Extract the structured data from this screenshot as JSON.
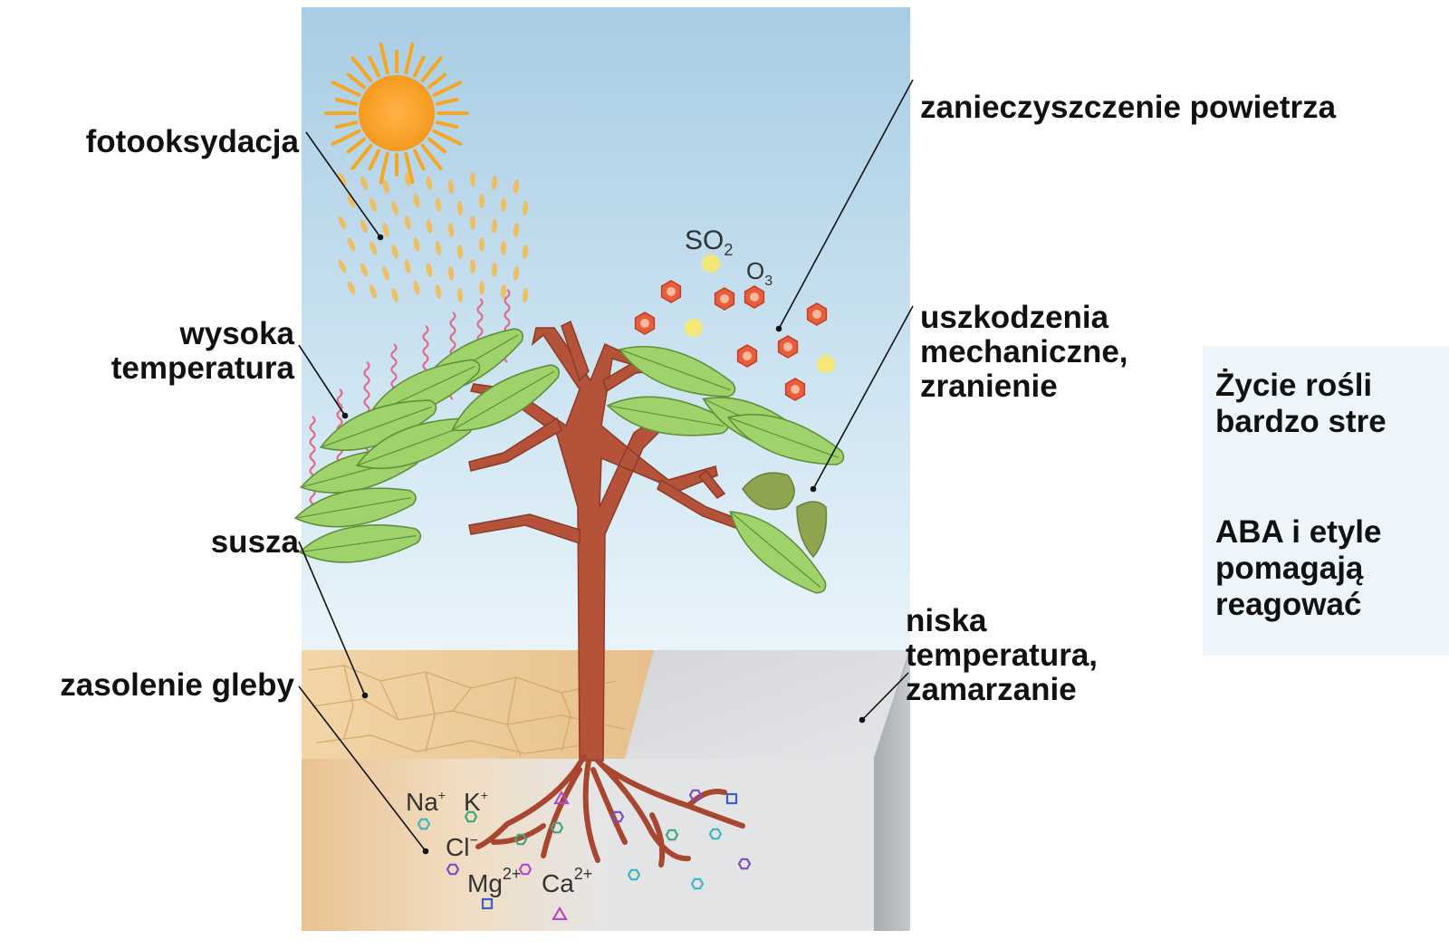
{
  "labels": {
    "photooxidation": "fotooksydacja",
    "high_temperature": [
      "wysoka",
      "temperatura"
    ],
    "drought": "susza",
    "soil_salinity": "zasolenie gleby",
    "air_pollution": "zanieczyszczenie powietrza",
    "mechanical_damage": [
      "uszkodzenia",
      "mechaniczne,",
      "zranienie"
    ],
    "low_temperature": [
      "niska",
      "temperatura,",
      "zamarzanie"
    ]
  },
  "chemicals": {
    "so2": "SO",
    "so2_sub": "2",
    "o3": "O",
    "o3_sub": "3",
    "na": "Na",
    "na_sup": "+",
    "k": "K",
    "k_sup": "+",
    "cl": "Cl",
    "cl_sup": "−",
    "mg": "Mg",
    "mg_sup": "2+",
    "ca": "Ca",
    "ca_sup": "2+"
  },
  "infobox": {
    "para1": [
      "Życie rośli",
      "bardzo stre"
    ],
    "para2": [
      "ABA i etyle",
      "pomagają",
      "reagować"
    ]
  },
  "colors": {
    "sky_top": "#a8cde4",
    "sky_bottom": "#e9f4fa",
    "sun": "#f5a623",
    "trunk": "#b5533a",
    "leaf": "#9fd26a",
    "soil": "#e9c99a",
    "frozen": "#c9ccd0",
    "pollutant": "#e85d3b",
    "so2_dot": "#f7e96b"
  }
}
